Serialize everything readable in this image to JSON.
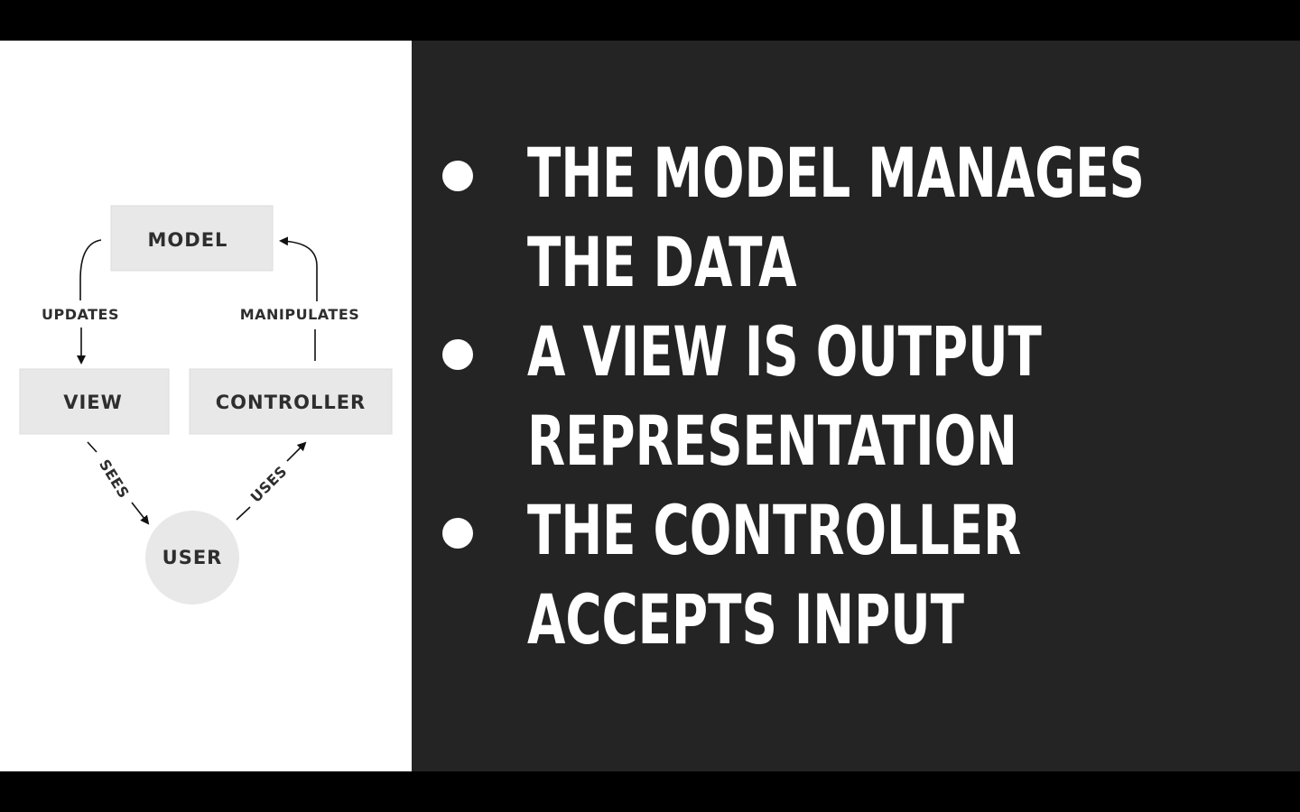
{
  "diagram": {
    "nodes": {
      "model": "MODEL",
      "view": "VIEW",
      "controller": "CONTROLLER",
      "user": "USER"
    },
    "edges": {
      "updates": "UPDATES",
      "manipulates": "MANIPULATES",
      "sees": "SEES",
      "uses": "USES"
    }
  },
  "bullets": [
    {
      "text": "THE MODEL MANAGES THE DATA"
    },
    {
      "text": "A VIEW IS OUTPUT REPRESENTATION"
    },
    {
      "text": "THE CONTROLLER ACCEPTS INPUT"
    }
  ],
  "colors": {
    "letterbox": "#000000",
    "left_panel": "#ffffff",
    "right_panel": "#242424",
    "node_fill": "#e8e8e8",
    "diagram_text": "#2e2e2e",
    "bullet_text": "#ffffff"
  }
}
